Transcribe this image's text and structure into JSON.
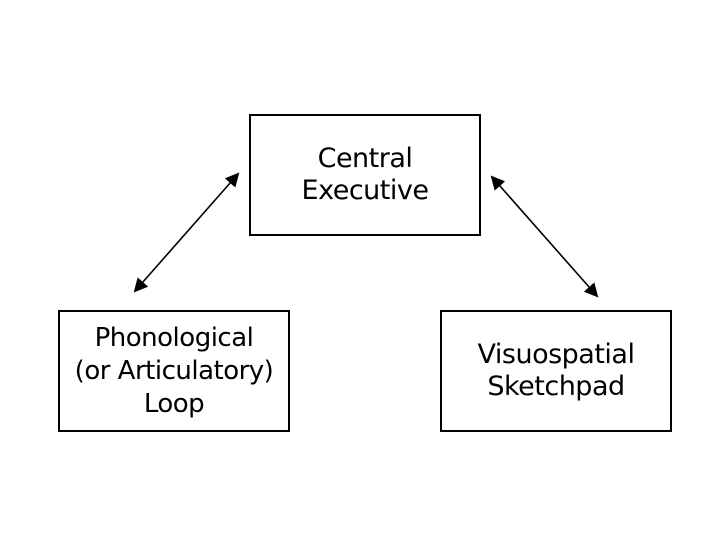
{
  "diagram": {
    "central_executive": {
      "lines": [
        "Central",
        "Executive"
      ]
    },
    "phonological_loop": {
      "lines": [
        "Phonological",
        "(or Articulatory)",
        "Loop"
      ]
    },
    "visuospatial_sketchpad": {
      "lines": [
        "Visuospatial",
        "Sketchpad"
      ]
    },
    "connections": [
      {
        "from": "central_executive",
        "to": "phonological_loop",
        "style": "bidirectional-arrow"
      },
      {
        "from": "central_executive",
        "to": "visuospatial_sketchpad",
        "style": "bidirectional-arrow"
      }
    ],
    "colors": {
      "line": "#000000",
      "background": "#ffffff"
    }
  }
}
